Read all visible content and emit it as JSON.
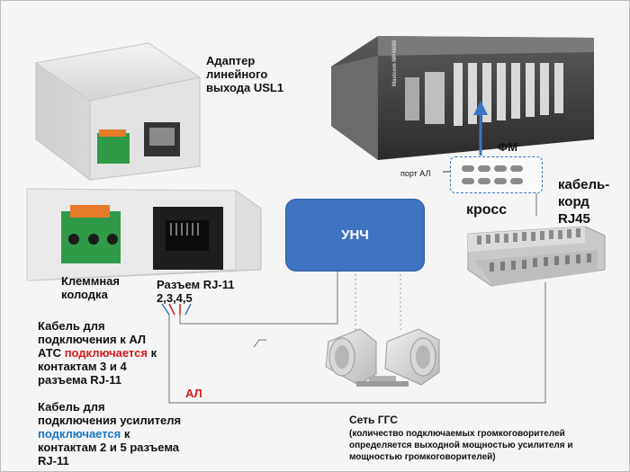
{
  "adapter_title": [
    "Адаптер",
    "линейного",
    "выхода USL1"
  ],
  "terminal_block_label": [
    "Клеммная",
    "колодка"
  ],
  "rj11_label": [
    "Разъем RJ-11",
    "2,3,4,5"
  ],
  "ats_cable": {
    "line1": "Кабель для",
    "line2": "подключения к АЛ",
    "line3_prefix": "АТС ",
    "line3_highlight": "подключается",
    "line3_suffix": " к",
    "line4": "контактам 3 и 4",
    "line5": "разъема RJ-11",
    "highlight_color": "#d8181c"
  },
  "amp_cable": {
    "line1": "Кабель для",
    "line2": "подключения усилителя",
    "line3_highlight": "подключается",
    "line3_suffix": "  к",
    "line4": "контактам 2 и 5 разъема",
    "line5": "RJ-11",
    "highlight_color": "#1976c8"
  },
  "unch_label": "УНЧ",
  "fm_label": "ФМ",
  "port_label": "порт  АЛ",
  "cross_label": "кросс",
  "cable_cord_label": [
    "кабель-",
    "корд",
    "RJ45"
  ],
  "al_label": "АЛ",
  "ggs_network": {
    "title": "Сеть ГГС",
    "note": [
      "(количество подключаемых громкоговорителей",
      "определяется выходной мощностью усилителя и",
      "мощностью громкоговорителей)"
    ]
  },
  "device_panel_text": "Maxicom MP48/80",
  "colors": {
    "accent_blue": "#3f74c2",
    "red": "#d8181c",
    "line": "#6f6f6f"
  }
}
